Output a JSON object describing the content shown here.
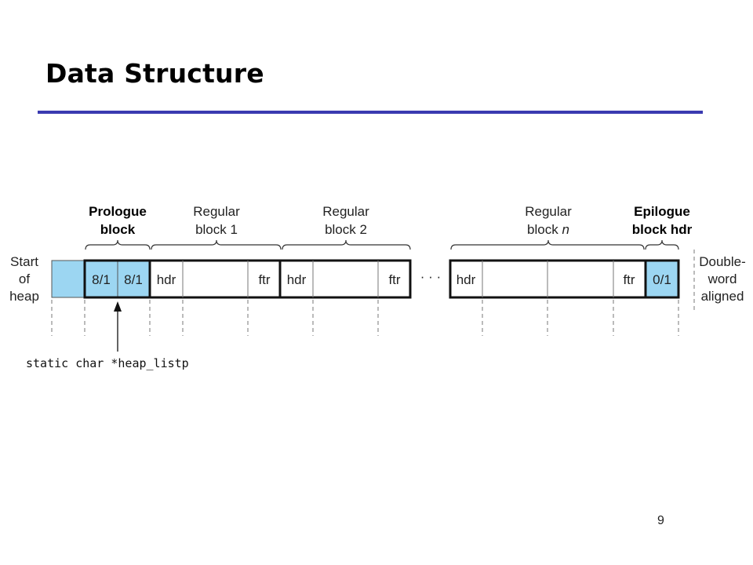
{
  "title": "Data Structure",
  "page_number": "9",
  "colors": {
    "accent_rule": "#3a3ab0",
    "allocated_fill": "#9cd6f2"
  },
  "diagram": {
    "start_label": [
      "Start",
      "of",
      "heap"
    ],
    "alignment_label": [
      "Double-",
      "word",
      "aligned"
    ],
    "prologue": {
      "label": [
        "Prologue",
        "block"
      ],
      "cells": [
        "8/1",
        "8/1"
      ]
    },
    "regular_blocks": [
      {
        "label_line1": "Regular",
        "label_line2": "block 1",
        "hdr": "hdr",
        "ftr": "ftr"
      },
      {
        "label_line1": "Regular",
        "label_line2": "block 2",
        "hdr": "hdr",
        "ftr": "ftr"
      },
      {
        "label_line1": "Regular",
        "label_line2_prefix": "block ",
        "label_line2_var": "n",
        "hdr": "hdr",
        "ftr": "ftr"
      }
    ],
    "ellipsis": "· · ·",
    "epilogue": {
      "label": [
        "Epilogue",
        "block hdr"
      ],
      "cell": "0/1"
    },
    "pointer_label": "static char *heap_listp"
  }
}
